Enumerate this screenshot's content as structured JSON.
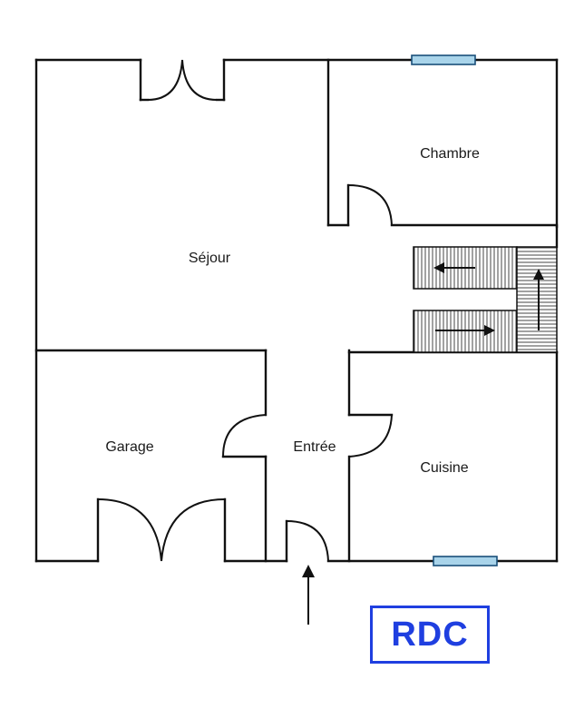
{
  "rooms": {
    "sejour": "Séjour",
    "chambre": "Chambre",
    "garage": "Garage",
    "entree": "Entrée",
    "cuisine": "Cuisine"
  },
  "level_label": "RDC",
  "colors": {
    "walls": "#111111",
    "window_fill": "#a9d4ea",
    "window_stroke": "#1a4f7a",
    "level_label": "#1f3fe0"
  },
  "icons": {
    "entry_arrow": "arrow-up-icon",
    "stairs": "staircase-icon"
  }
}
